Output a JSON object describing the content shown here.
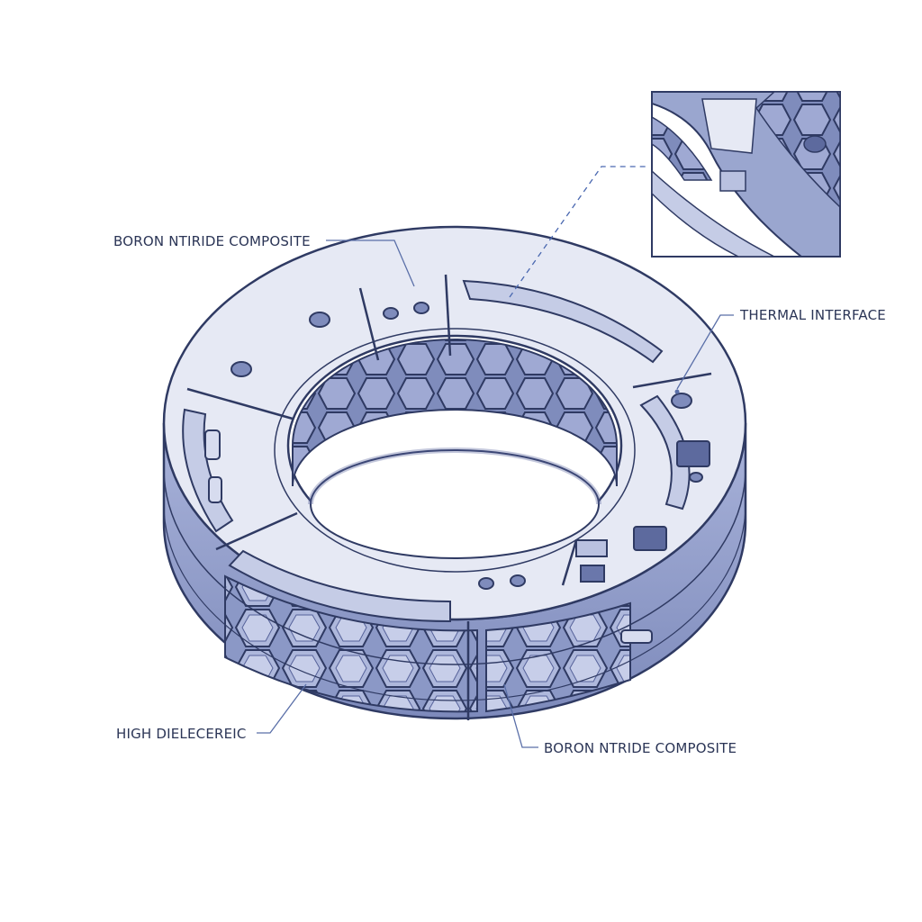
{
  "diagram": {
    "labels": {
      "top_left": "BORON NTIRIDE COMPOSITE",
      "right": "THERMAL INTERFACE",
      "bottom_left": "HIGH DIELECEREIC",
      "bottom_right": "BORON NTRIDE COMPOSITE"
    },
    "colors": {
      "outline": "#2f3a63",
      "top_face": "#e6e9f4",
      "side_face": "#9aa6cf",
      "honeycomb": "#7f8dbd",
      "leader": "#5a6fa8",
      "leader_dashed": "#4a68b0"
    }
  }
}
